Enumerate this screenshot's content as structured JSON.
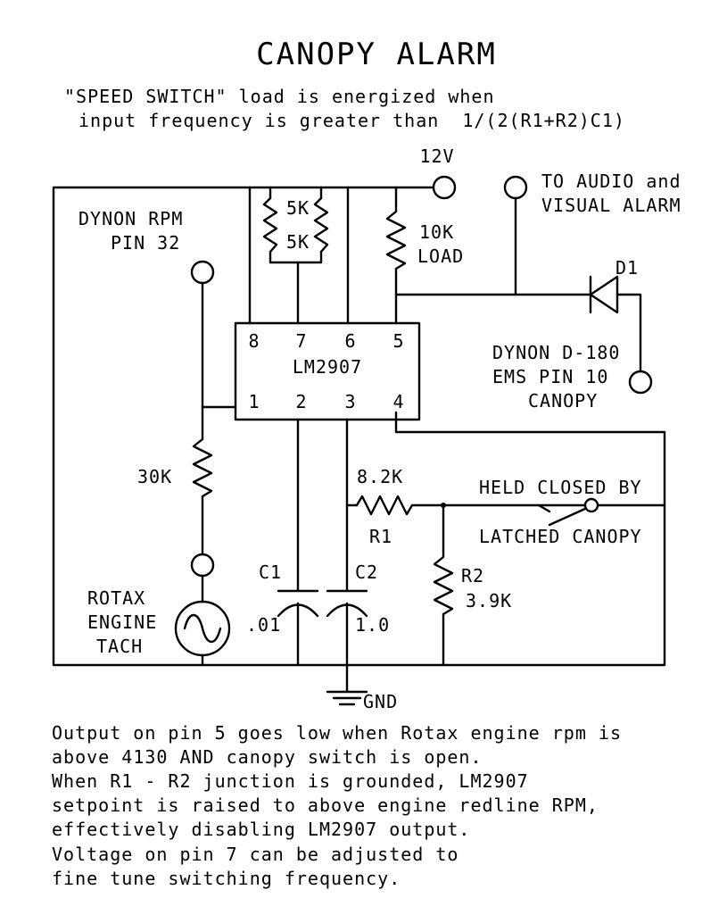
{
  "title": "CANOPY ALARM",
  "subtitle_lines": [
    "\"SPEED SWITCH\" load is energized when",
    "input frequency is greater than  1/(2(R1+R2)C1)"
  ],
  "supply_label": "12V",
  "alarm_output_lines": [
    "TO AUDIO and",
    "VISUAL ALARM"
  ],
  "dynon_rpm_lines": [
    "DYNON RPM",
    "PIN 32"
  ],
  "pot_labels": [
    "5K",
    "5K"
  ],
  "load_lines": [
    "10K",
    "LOAD"
  ],
  "diode_label": "D1",
  "ems_lines": [
    "DYNON D-180",
    "EMS PIN 10",
    "CANOPY"
  ],
  "ic": {
    "name": "LM2907",
    "top_pins": [
      "8",
      "7",
      "6",
      "5"
    ],
    "bottom_pins": [
      "1",
      "2",
      "3",
      "4"
    ]
  },
  "r_30k": "30K",
  "r1": {
    "value": "8.2K",
    "name": "R1"
  },
  "r2": {
    "name": "R2",
    "value": "3.9K"
  },
  "switch_lines": [
    "HELD CLOSED BY",
    "LATCHED CANOPY"
  ],
  "c1": {
    "name": "C1",
    "value": ".01"
  },
  "c2": {
    "name": "C2",
    "value": "1.0"
  },
  "tach_lines": [
    "ROTAX",
    "ENGINE",
    "TACH"
  ],
  "gnd_label": "GND",
  "notes": [
    "Output on pin 5 goes low when Rotax engine rpm is",
    "above 4130 AND canopy switch is open.",
    "When R1 - R2 junction is grounded, LM2907",
    "setpoint is raised to above engine redline RPM,",
    "effectively disabling LM2907 output.",
    "Voltage on pin 7 can be adjusted to",
    "fine tune switching frequency."
  ]
}
